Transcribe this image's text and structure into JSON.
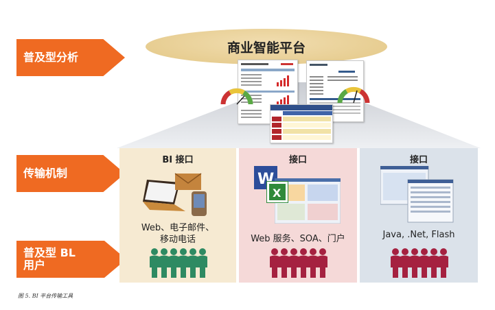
{
  "left_labels": {
    "adoption_analysis": "普及型分析",
    "delivery_mechanism": "传输机制",
    "adoption_bi_users_line1": "普及型 BL",
    "adoption_bi_users_line2": "用户"
  },
  "platform": {
    "title": "商业智能平台"
  },
  "panels": [
    {
      "title": "BI 接口",
      "text_line1": "Web、电子邮件、",
      "text_line2": "移动电话"
    },
    {
      "title": "接口",
      "text_line1": "Web 服务、SOA、门户",
      "text_line2": ""
    },
    {
      "title": "接口",
      "text_line1": "Java, .Net, Flash",
      "text_line2": ""
    }
  ],
  "caption": "图 5. BI 平台传输工具",
  "colors": {
    "arrow_orange": "#ef6a22",
    "panel1_bg": "#f6ead2",
    "panel2_bg": "#f5d9d8",
    "panel3_bg": "#dbe2ea",
    "people_green": "#2e8a62",
    "people_red": "#a52140"
  },
  "icons": [
    "laptop-icon",
    "envelope-icon",
    "mobile-phone-icon",
    "word-icon",
    "excel-icon",
    "gauge-icon",
    "people-icon"
  ]
}
